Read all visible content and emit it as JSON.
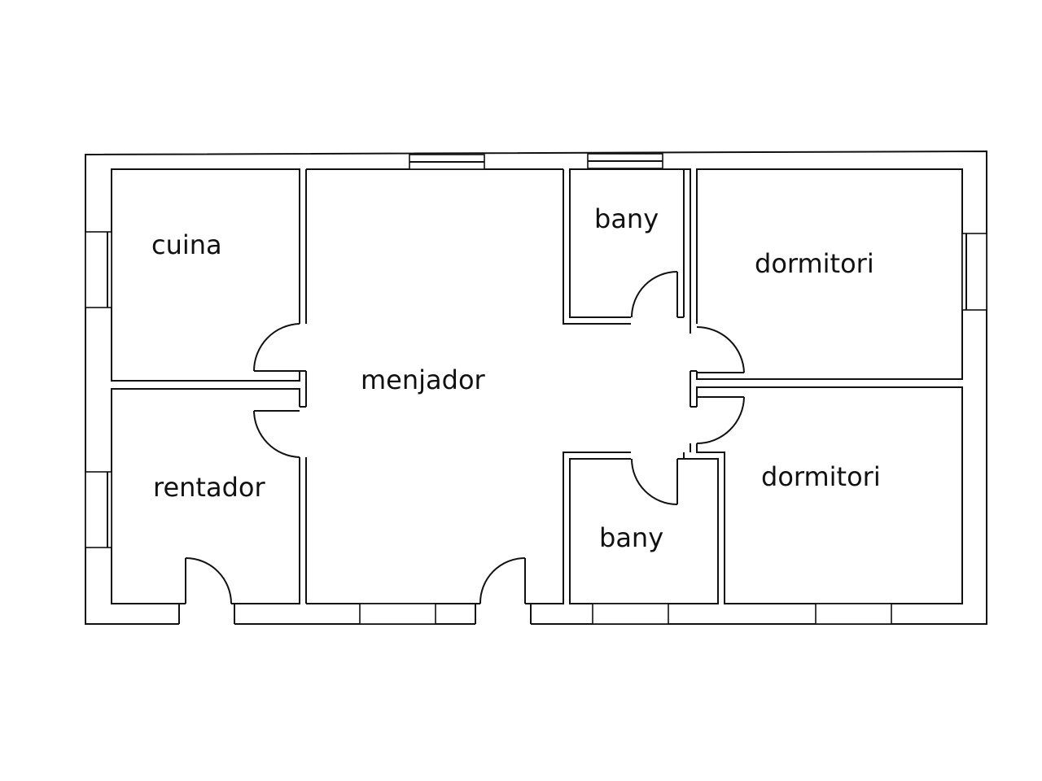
{
  "rooms": {
    "cuina": "cuina",
    "rentador": "rentador",
    "menjador": "menjador",
    "bany_top": "bany",
    "bany_bottom": "bany",
    "dormitori_top": "dormitori",
    "dormitori_bottom": "dormitori"
  },
  "colors": {
    "line": "#111111",
    "background": "#ffffff"
  }
}
